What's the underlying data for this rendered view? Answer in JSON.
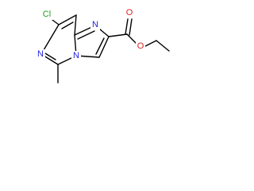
{
  "atoms": {
    "cl": {
      "label": "Cl",
      "color": "#1d9e1d"
    },
    "n_upper": {
      "label": "N",
      "color": "#2222dd"
    },
    "n_left": {
      "label": "N",
      "color": "#2222dd"
    },
    "n_bridge": {
      "label": "N",
      "color": "#2222dd"
    },
    "o_carbonyl": {
      "label": "O",
      "color": "#dd2222"
    },
    "o_ester": {
      "label": "O",
      "color": "#dd2222"
    }
  }
}
